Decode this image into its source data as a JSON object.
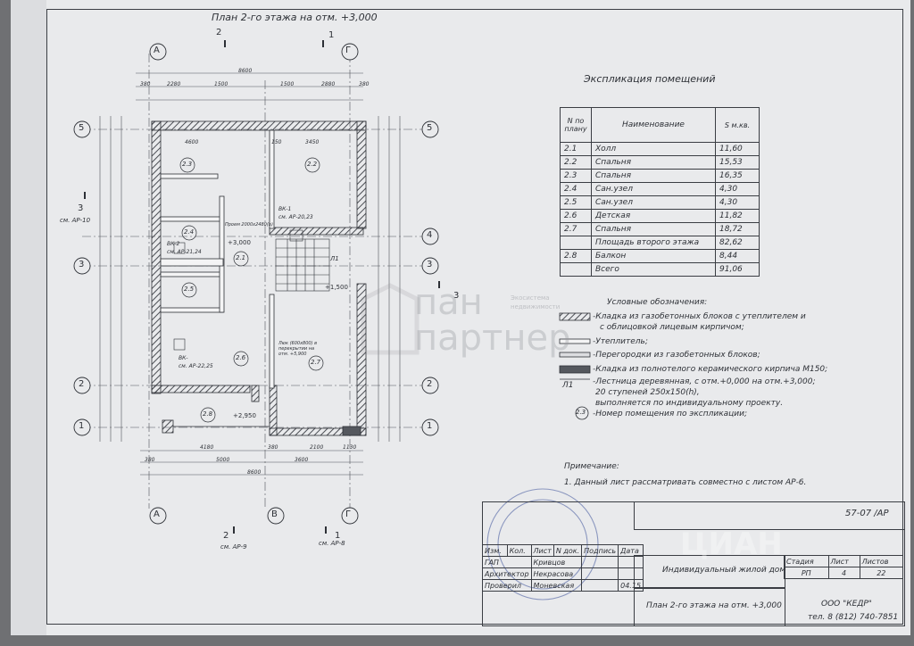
{
  "plan_title": "План 2-го этажа на отм. +3,000",
  "explication": {
    "title": "Экспликация помещений",
    "headers": {
      "num": "N по плану",
      "name": "Наименование",
      "area": "S м.кв."
    },
    "rows": [
      {
        "num": "2.1",
        "name": "Холл",
        "area": "11,60"
      },
      {
        "num": "2.2",
        "name": "Спальня",
        "area": "15,53"
      },
      {
        "num": "2.3",
        "name": "Спальня",
        "area": "16,35"
      },
      {
        "num": "2.4",
        "name": "Сан.узел",
        "area": "4,30"
      },
      {
        "num": "2.5",
        "name": "Сан.узел",
        "area": "4,30"
      },
      {
        "num": "2.6",
        "name": "Детская",
        "area": "11,82"
      },
      {
        "num": "2.7",
        "name": "Спальня",
        "area": "18,72"
      },
      {
        "num": "",
        "name": "Площадь второго этажа",
        "area": "82,62"
      },
      {
        "num": "2.8",
        "name": "Балкон",
        "area": "8,44"
      },
      {
        "num": "",
        "name": "Всего",
        "area": "91,06"
      }
    ]
  },
  "legend": {
    "title": "Условные обозначения:",
    "items": [
      "-Кладка из газобетонных блоков с утеплителем и",
      "с облицовкой лицевым кирпичом;",
      "-Утеплитель;",
      "-Перегородки из газобетонных блоков;",
      "-Кладка из полнотелого керамического кирпича М150;",
      "-Лестница деревянная, с отм.+0,000 на отм.+3,000;",
      "20 ступеней 250х150(h),",
      "выполняется по индивидуальному проекту.",
      "-Номер помещения по экспликации;"
    ],
    "stair_mark": "Л1",
    "room_mark": "2.3"
  },
  "note": {
    "title": "Примечание:",
    "text": "1. Данный лист рассматривать совместно с листом АР-6."
  },
  "title_block": {
    "code": "57-07 /АР",
    "project": "Индивидуальный жилой дом",
    "sheet_title": "План 2-го этажа на отм. +3,000",
    "company": "ООО \"КЕДР\"",
    "phone": "тел. 8 (812) 740-7851",
    "col_headers": [
      "Изм.",
      "Кол.",
      "Лист",
      "N док.",
      "Подпись",
      "Дата"
    ],
    "stage_headers": [
      "Стадия",
      "Лист",
      "Листов"
    ],
    "stage_values": [
      "РП",
      "4",
      "22"
    ],
    "roles": [
      {
        "role": "ГАП",
        "name": "Кривцов"
      },
      {
        "role": "Архитектор",
        "name": "Некрасова"
      },
      {
        "role": "Проверил",
        "name": "Моневская"
      }
    ],
    "date": "04.15"
  },
  "plan": {
    "axes_letters": [
      "А",
      "В",
      "Г"
    ],
    "axes_numbers": [
      "1",
      "2",
      "3",
      "4",
      "5"
    ],
    "dims_top": [
      "8600",
      "2280",
      "1500",
      "1500",
      "2880",
      "380",
      "380",
      "4600",
      "150",
      "3450"
    ],
    "dims_bottom": [
      "4180",
      "3600",
      "8600",
      "380",
      "2100",
      "1130",
      "5000",
      "380"
    ],
    "rooms": [
      "2.1",
      "2.2",
      "2.3",
      "2.4",
      "2.5",
      "2.6",
      "2.7",
      "2.8"
    ],
    "labels": {
      "vk1": "ВК-1",
      "vk1_ref": "см. АР-20,23",
      "vk2": "ВК-2",
      "vk2_ref": "см. АР-21,24",
      "vk3": "ВК-",
      "vk3_ref": "см. АР-22,25",
      "level1": "+3,000",
      "level2": "+1,500",
      "level3": "+2,950",
      "proem": "Проем 2000х2480(h)",
      "lyuk": "Люк (600х800) в перекрытии на отм. +5,900",
      "stair": "Л1",
      "sec3_left": "3",
      "sec3_left_ref": "см. АР-10",
      "sec2_top": "2",
      "sec1_top": "1",
      "sec2_bot": "2",
      "sec2_bot_ref": "см. АР-9",
      "sec1_bot": "1",
      "sec1_bot_ref": "см. АР-8",
      "sec3_right": "3"
    }
  },
  "watermark": {
    "line1": "пан",
    "line2": "партнер",
    "small1": "Экосистема",
    "small2": "недвижимости",
    "corner": "ЦИАН"
  },
  "colors": {
    "paper": "#e9eaec",
    "ink": "#2d3036",
    "wall": "#55585e"
  }
}
